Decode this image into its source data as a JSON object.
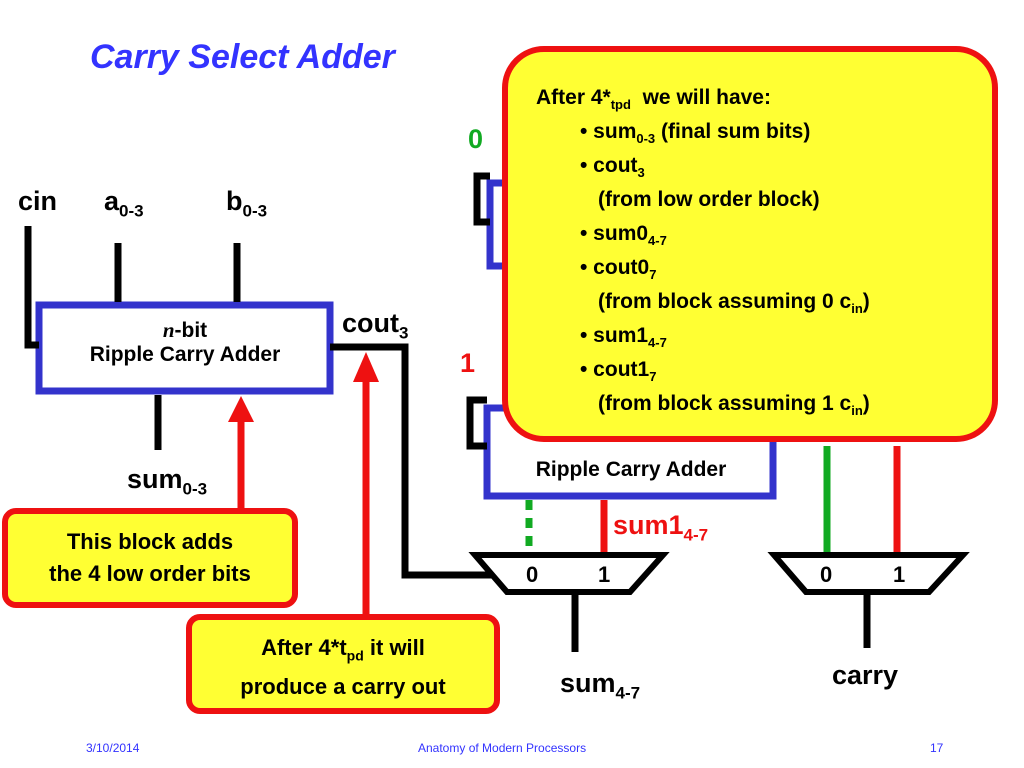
{
  "title": "Carry Select Adder",
  "inputs": {
    "cin": "cin",
    "a": "a",
    "a_sub": "0-3",
    "b": "b",
    "b_sub": "0-3"
  },
  "low_block": {
    "line1_n": "n",
    "line1_rest": "-bit",
    "line2": "Ripple Carry Adder"
  },
  "upper_block_label": "Ripple Carry Adder",
  "cout3": {
    "base": "cout",
    "sub": "3"
  },
  "sum03": {
    "base": "sum",
    "sub": "0-3"
  },
  "sum1_47": {
    "base": "sum1",
    "sub": "4-7"
  },
  "sum47": {
    "base": "sum",
    "sub": "4-7"
  },
  "carry": "carry",
  "const_zero": "0",
  "const_one": "1",
  "mux_left": {
    "in0": "0",
    "in1": "1"
  },
  "mux_right": {
    "in0": "0",
    "in1": "1"
  },
  "callout_low": {
    "line1": "This block adds",
    "line2": "the 4 low order bits"
  },
  "callout_carry": {
    "line1_pre": "After 4*t",
    "line1_sub": "pd",
    "line1_post": " it will",
    "line2": "produce a carry out"
  },
  "popup": {
    "head_pre": "After 4*",
    "head_sub": "tpd",
    "head_post": "we will have:",
    "b1_pre": "• sum",
    "b1_sub": "0-3",
    "b1_post": " (final sum bits)",
    "b2_pre": "• cout",
    "b2_sub": "3",
    "b2_note": "(from low order block)",
    "b3_pre": "• sum0",
    "b3_sub": "4-7",
    "b4_pre": "• cout0",
    "b4_sub": "7",
    "b4_note_pre": "(from block assuming 0 c",
    "b4_note_sub": "in",
    "b4_note_post": ")",
    "b5_pre": "• sum1",
    "b5_sub": "4-7",
    "b6_pre": "• cout1",
    "b6_sub": "7",
    "b6_note_pre": "(from block assuming 1 c",
    "b6_note_sub": "in",
    "b6_note_post": ")"
  },
  "footer": {
    "date": "3/10/2014",
    "course": "Anatomy of Modern Processors",
    "page": "17"
  },
  "colors": {
    "title": "#3333ff",
    "block_border": "#3333cc",
    "red": "#ee1111",
    "green": "#11aa22",
    "callout_fill": "#ffff33"
  }
}
